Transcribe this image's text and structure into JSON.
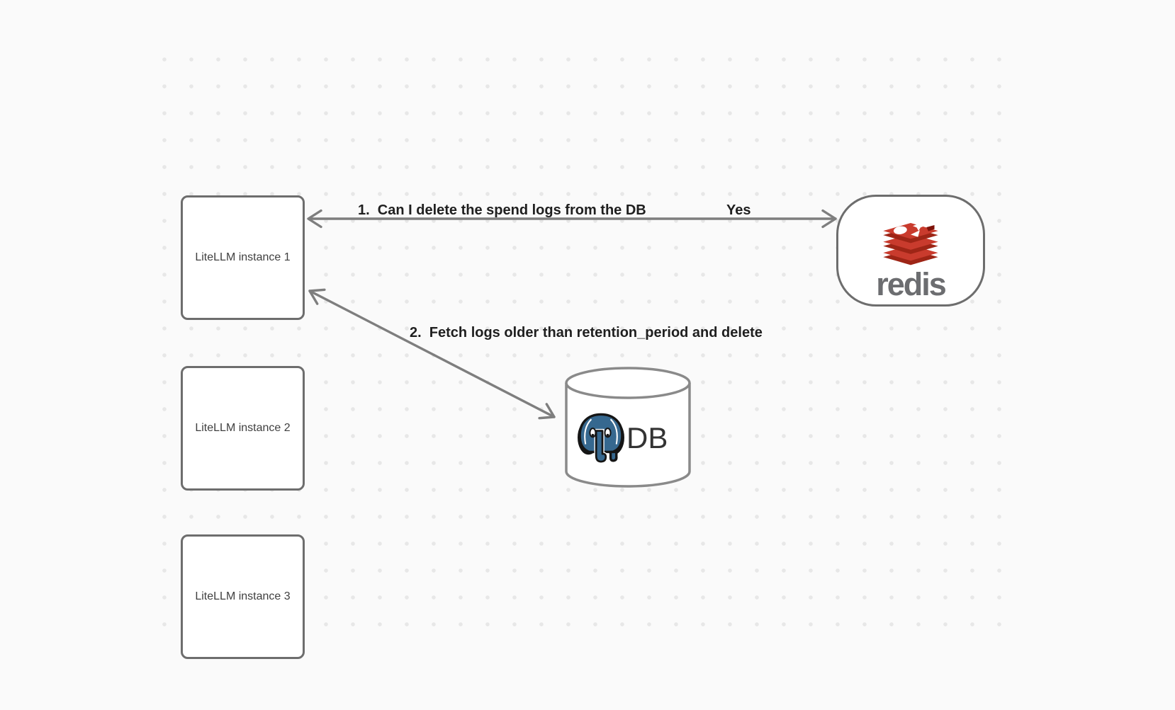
{
  "nodes": {
    "instances": [
      {
        "label": "LiteLLM instance 1"
      },
      {
        "label": "LiteLLM instance 2"
      },
      {
        "label": "LiteLLM instance 3"
      }
    ],
    "redis": {
      "label": "redis",
      "icon": "redis-logo-icon"
    },
    "db": {
      "label": "DB",
      "icon": "postgresql-icon",
      "shape": "database-cylinder"
    }
  },
  "edges": [
    {
      "id": "instance1-redis",
      "label": "1.  Can I delete the spend logs from the DB",
      "response_label": "Yes",
      "direction": "bidirectional"
    },
    {
      "id": "instance1-db",
      "label": "2.  Fetch logs older than retention_period and delete",
      "direction": "bidirectional"
    }
  ],
  "colors": {
    "background": "#fafafa",
    "grid_dot": "#e7e7e7",
    "node_border": "#6d6d6d",
    "arrow": "#7e7e7e",
    "label_text": "#1f1f1f",
    "redis_red": "#C93B2D",
    "redis_red_dark": "#9E2516",
    "redis_wordmark_gray": "#6c6d70",
    "postgres_blue": "#36688F"
  }
}
